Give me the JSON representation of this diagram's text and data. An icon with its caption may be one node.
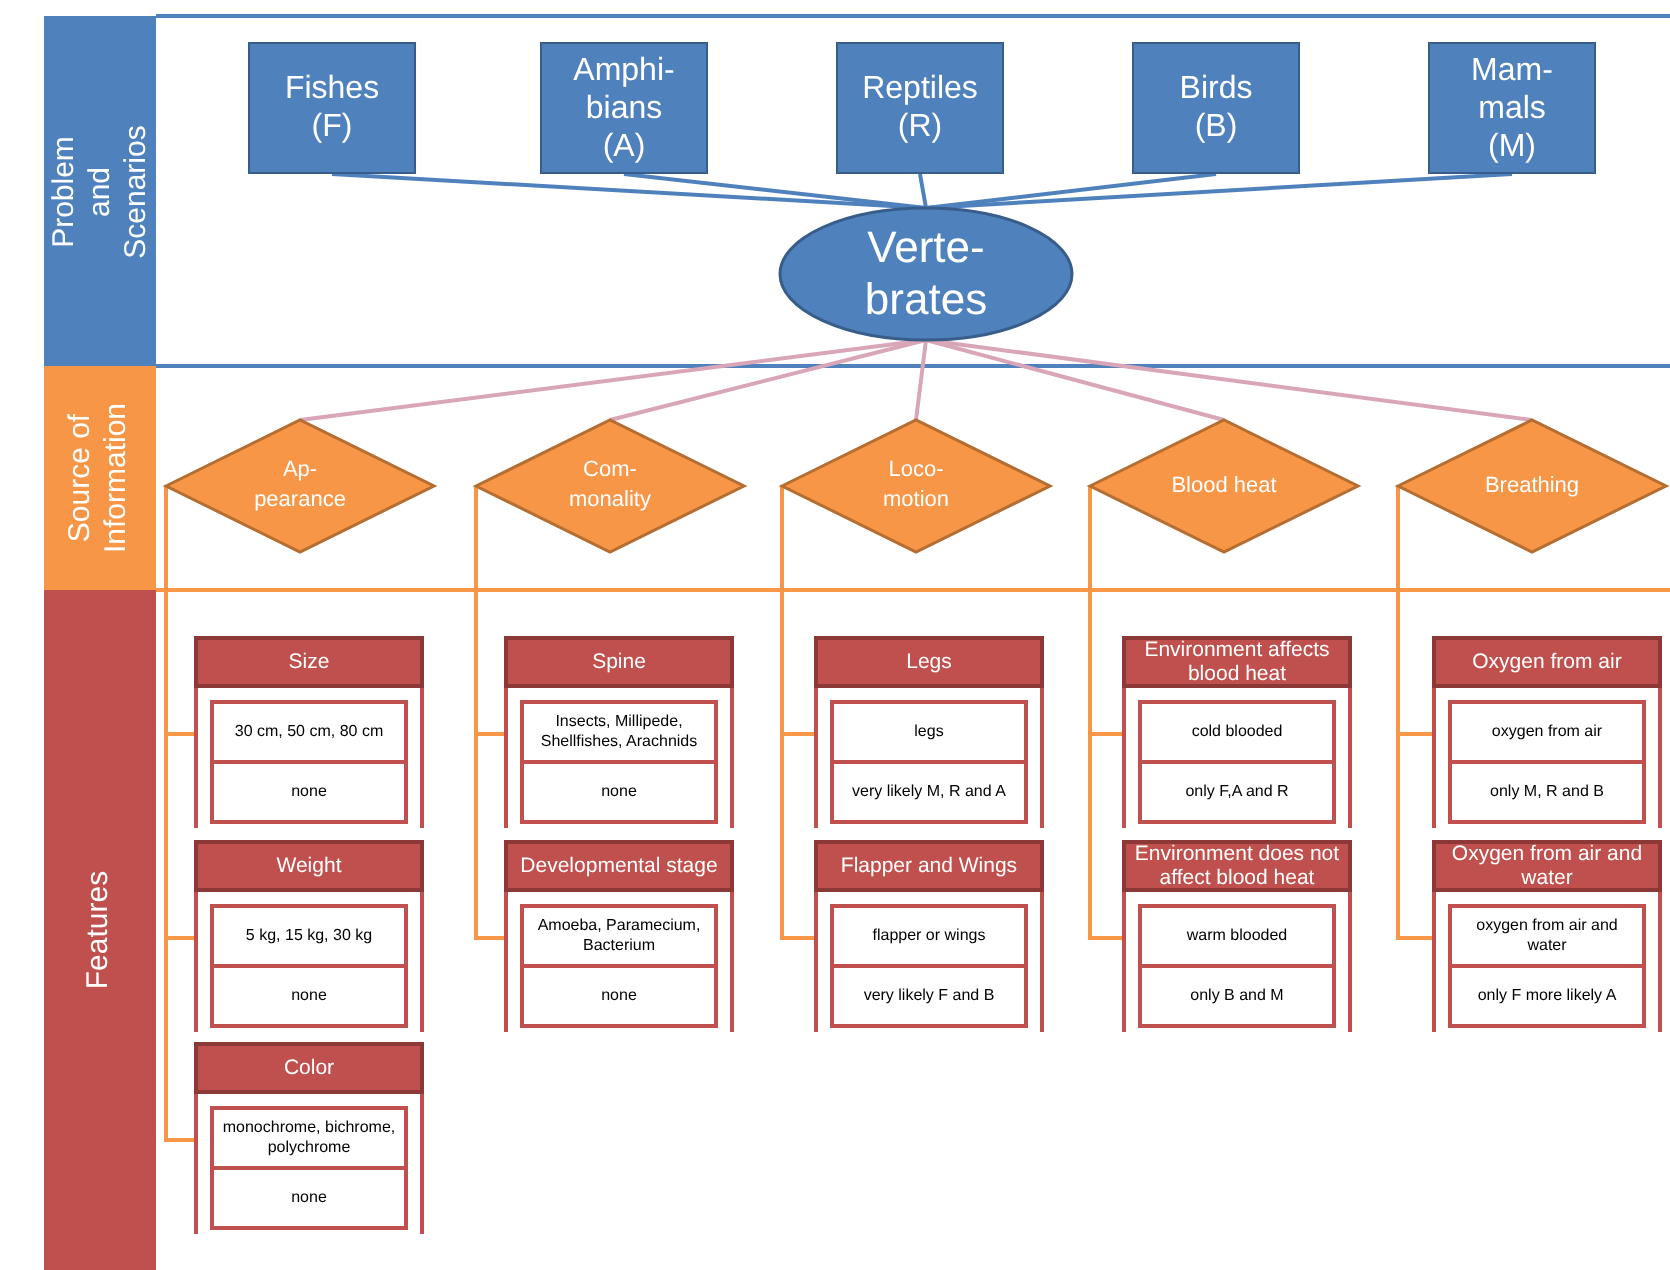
{
  "diagram": {
    "nodes": [
      {
        "text": [
          "Problem and Scenarios"
        ]
      },
      {
        "text": [
          "Source of Information"
        ]
      },
      {
        "text": [
          "Features"
        ]
      },
      {
        "text": [
          "Fishes (F)"
        ]
      },
      {
        "text": [
          "Amphi- bians (A)"
        ]
      },
      {
        "text": [
          "Reptiles (R)"
        ]
      },
      {
        "text": [
          "Birds (B)"
        ]
      },
      {
        "text": [
          "Mam- mals (M)"
        ]
      },
      {
        "text": [
          "Verte- brates"
        ]
      },
      {
        "text": [
          "Ap- pearance"
        ]
      },
      {
        "text": [
          "Com- monality"
        ]
      },
      {
        "text": [
          "Loco- motion"
        ]
      },
      {
        "text": [
          "Blood heat"
        ]
      },
      {
        "text": [
          "Breathing"
        ]
      },
      {
        "text": [
          "Size",
          "30 cm, 50 cm, 80 cm",
          "none"
        ]
      },
      {
        "text": [
          "Weight",
          "5 kg, 15 kg, 30 kg",
          "none"
        ]
      },
      {
        "text": [
          "Color",
          "monochrome, bichrome, polychrome",
          "none"
        ]
      },
      {
        "text": [
          "Spine",
          "Insects, Millipede, Shellfishes, Arachnids",
          "none"
        ]
      },
      {
        "text": [
          "Developmental stage",
          "Amoeba, Paramecium, Bacterium",
          "none"
        ]
      },
      {
        "text": [
          "Legs",
          "legs",
          "very likely M, R and A"
        ]
      },
      {
        "text": [
          "Flapper and Wings",
          "flapper or wings",
          "very likely F and B"
        ]
      },
      {
        "text": [
          "Environment affects blood heat",
          "cold blooded",
          "only F,A and R"
        ]
      },
      {
        "text": [
          "Environment does not affect blood heat",
          "warm blooded",
          "only B and M"
        ]
      },
      {
        "text": [
          "Oxygen from air",
          "oxygen from air",
          "only M, R and B"
        ]
      },
      {
        "text": [
          "Oxygen from air and water",
          "oxygen from air and water",
          "only F more likely A"
        ]
      }
    ],
    "edges": [
      {
        "from": 3,
        "to": 8,
        "arrow": "none",
        "color": "#4f81bd"
      },
      {
        "from": 4,
        "to": 8,
        "arrow": "none",
        "color": "#4f81bd"
      },
      {
        "from": 5,
        "to": 8,
        "arrow": "none",
        "color": "#4f81bd"
      },
      {
        "from": 6,
        "to": 8,
        "arrow": "none",
        "color": "#4f81bd"
      },
      {
        "from": 7,
        "to": 8,
        "arrow": "none",
        "color": "#4f81bd"
      },
      {
        "from": 8,
        "to": 9,
        "arrow": "none",
        "color": "#d9a6b8"
      },
      {
        "from": 8,
        "to": 10,
        "arrow": "none",
        "color": "#d9a6b8"
      },
      {
        "from": 8,
        "to": 11,
        "arrow": "none",
        "color": "#d9a6b8"
      },
      {
        "from": 8,
        "to": 12,
        "arrow": "none",
        "color": "#d9a6b8"
      },
      {
        "from": 8,
        "to": 13,
        "arrow": "none",
        "color": "#d9a6b8"
      },
      {
        "from": 9,
        "to": 14,
        "arrow": "none"
      },
      {
        "from": 9,
        "to": 15,
        "arrow": "none"
      },
      {
        "from": 9,
        "to": 16,
        "arrow": "none"
      },
      {
        "from": 10,
        "to": 17,
        "arrow": "none"
      },
      {
        "from": 10,
        "to": 18,
        "arrow": "none"
      },
      {
        "from": 11,
        "to": 19,
        "arrow": "none"
      },
      {
        "from": 11,
        "to": 20,
        "arrow": "none"
      },
      {
        "from": 12,
        "to": 21,
        "arrow": "none"
      },
      {
        "from": 12,
        "to": 22,
        "arrow": "none"
      },
      {
        "from": 13,
        "to": 23,
        "arrow": "none"
      },
      {
        "from": 13,
        "to": 24,
        "arrow": "none"
      }
    ]
  }
}
